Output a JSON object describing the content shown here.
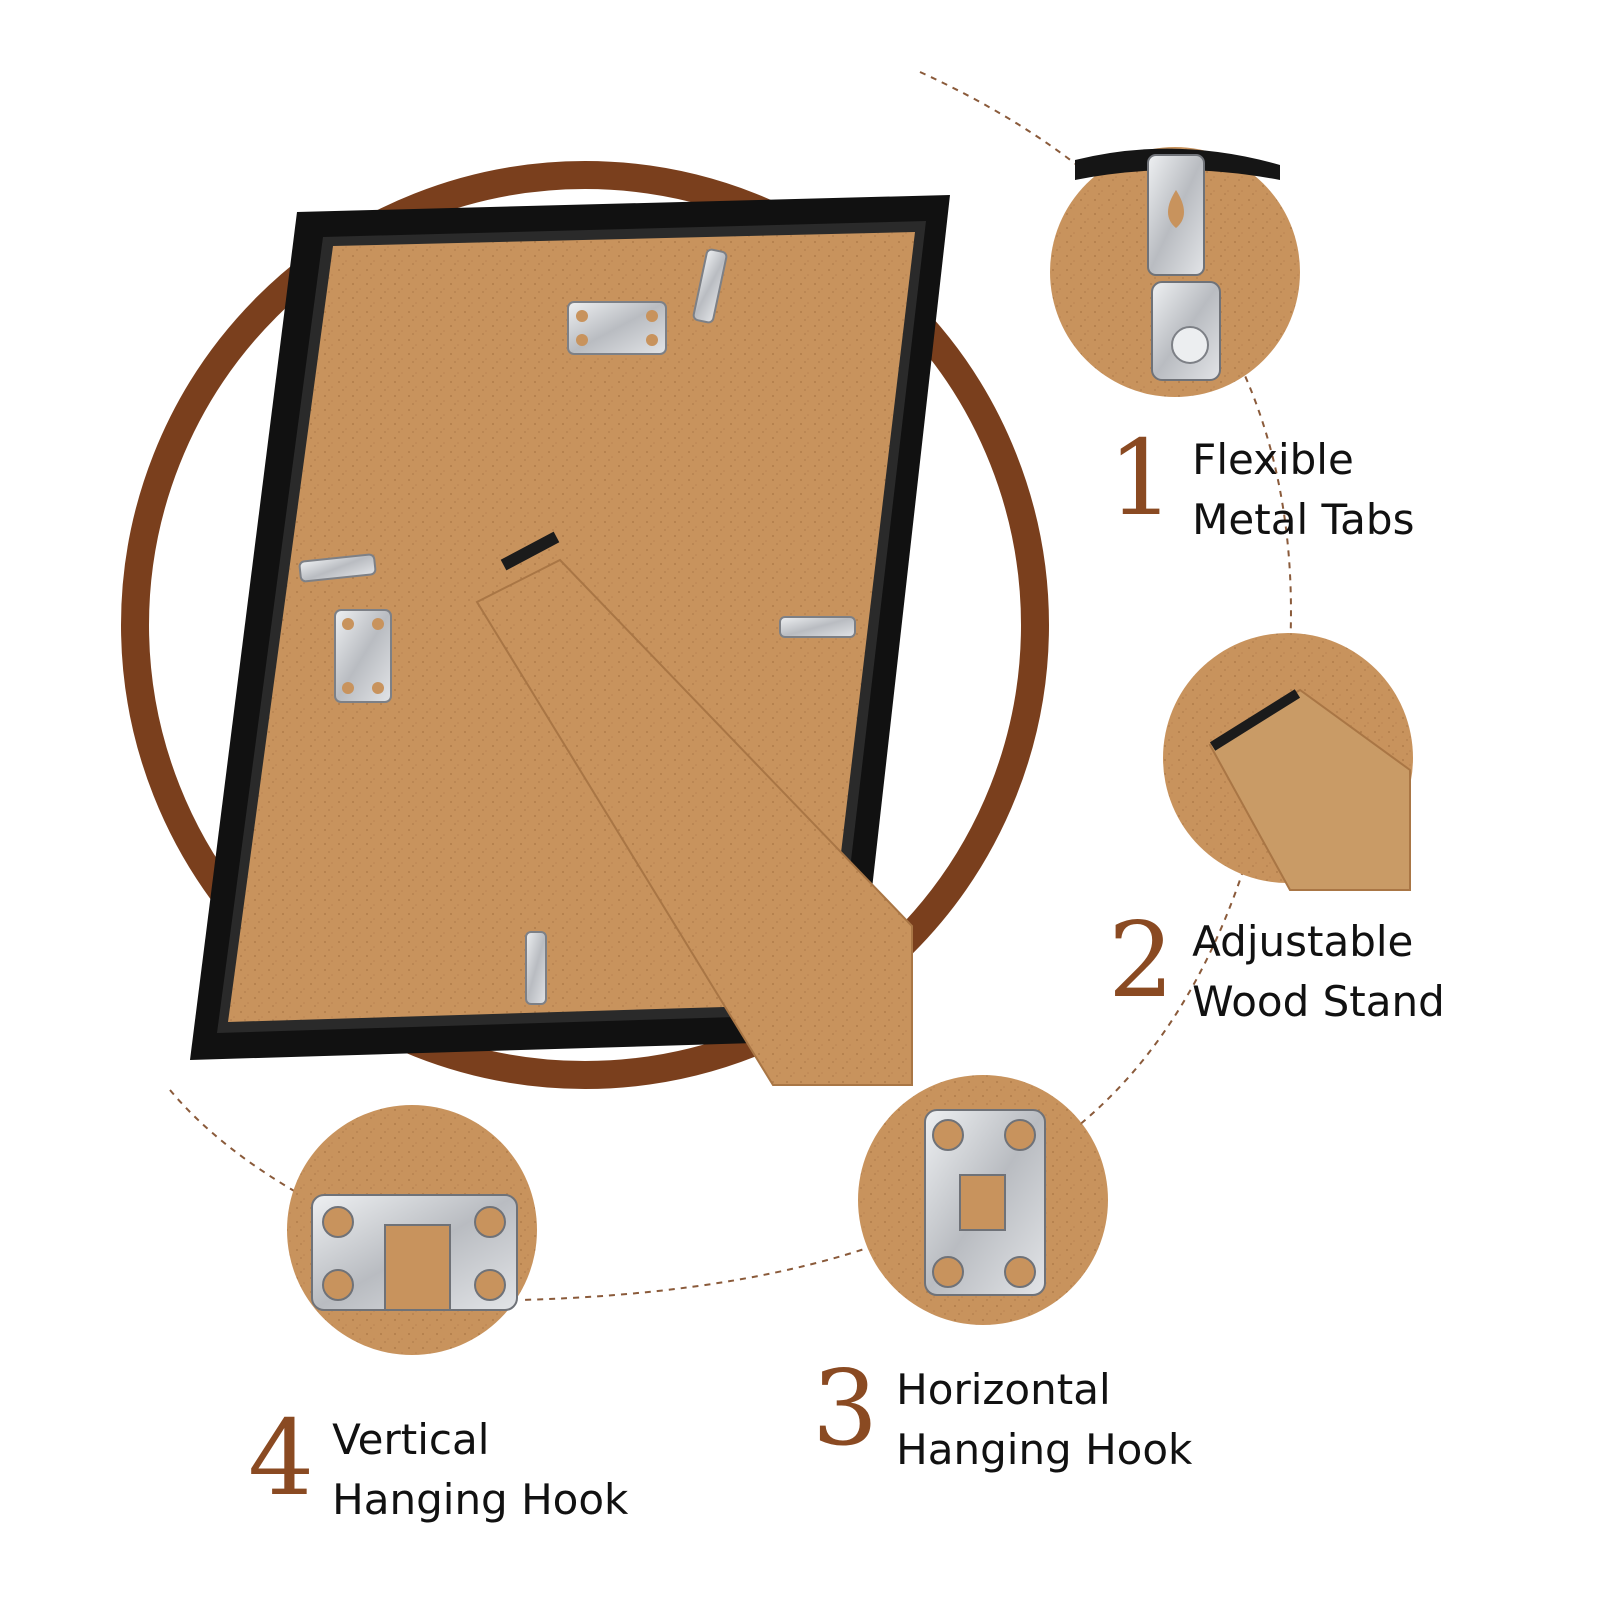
{
  "colors": {
    "accent_brown": "#8a4a22",
    "ring_brown": "#7a3f1d",
    "cork": "#c8935d",
    "frame_black": "#111111",
    "metal": "#c9cbcf"
  },
  "features": [
    {
      "number": "1",
      "line1": "Flexible",
      "line2": "Metal Tabs"
    },
    {
      "number": "2",
      "line1": "Adjustable",
      "line2": "Wood Stand"
    },
    {
      "number": "3",
      "line1": "Horizontal",
      "line2": "Hanging Hook"
    },
    {
      "number": "4",
      "line1": "Vertical",
      "line2": "Hanging Hook"
    }
  ]
}
